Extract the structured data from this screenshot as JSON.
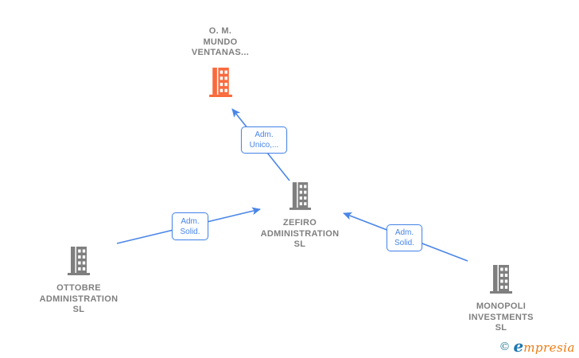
{
  "diagram": {
    "nodes": [
      {
        "id": "om-mundo-ventanas",
        "lines": [
          "O. M.",
          "MUNDO",
          "VENTANAS..."
        ],
        "icon": "building-icon",
        "icon_color": "#f96a3d"
      },
      {
        "id": "zefiro",
        "lines": [
          "ZEFIRO",
          "ADMINISTRATION",
          "SL"
        ],
        "icon": "building-icon",
        "icon_color": "#7f7f7f"
      },
      {
        "id": "ottobre",
        "lines": [
          "OTTOBRE",
          "ADMINISTRATION",
          "SL"
        ],
        "icon": "building-icon",
        "icon_color": "#7f7f7f"
      },
      {
        "id": "monopoli",
        "lines": [
          "MONOPOLI",
          "INVESTMENTS",
          "SL"
        ],
        "icon": "building-icon",
        "icon_color": "#7f7f7f"
      }
    ],
    "edges": [
      {
        "from": "zefiro",
        "to": "om-mundo-ventanas",
        "label_lines": [
          "Adm.",
          "Unico,..."
        ]
      },
      {
        "from": "ottobre",
        "to": "zefiro",
        "label_lines": [
          "Adm.",
          "Solid."
        ]
      },
      {
        "from": "monopoli",
        "to": "zefiro",
        "label_lines": [
          "Adm.",
          "Solid."
        ]
      }
    ],
    "colors": {
      "edge_blue": "#4a86e8",
      "node_text_gray": "#7f7f7f",
      "highlight_orange": "#f96a3d",
      "label_box_bg": "#fdfeff"
    }
  },
  "watermark": {
    "symbol": "©",
    "brand_head": "e",
    "brand_tail": "mpresia"
  }
}
